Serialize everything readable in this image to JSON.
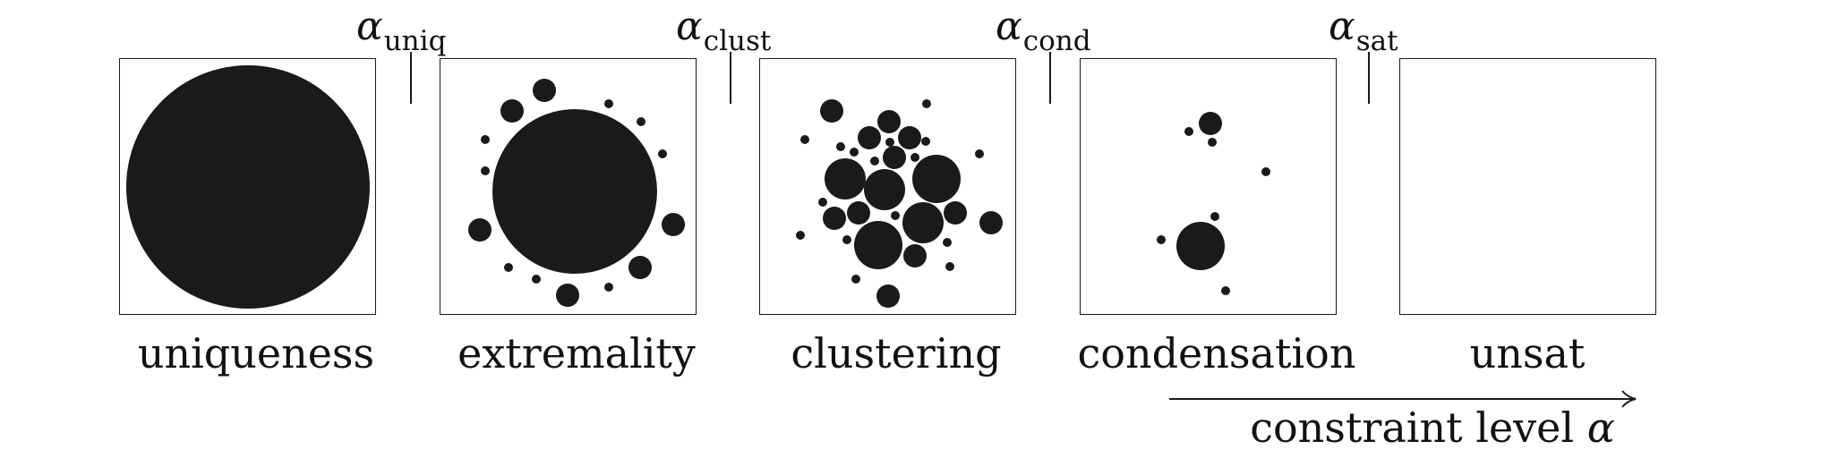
{
  "thresholds": [
    {
      "symbol": "α",
      "sub": "uniq"
    },
    {
      "symbol": "α",
      "sub": "clust"
    },
    {
      "symbol": "α",
      "sub": "cond"
    },
    {
      "symbol": "α",
      "sub": "sat"
    }
  ],
  "phases": [
    {
      "label": "uniqueness"
    },
    {
      "label": "extremality"
    },
    {
      "label": "clustering"
    },
    {
      "label": "condensation"
    },
    {
      "label": "unsat"
    }
  ],
  "axis": {
    "label": "constraint level",
    "symbol": "α"
  },
  "colors": {
    "ink": "#1a1a1a",
    "background": "#ffffff"
  }
}
